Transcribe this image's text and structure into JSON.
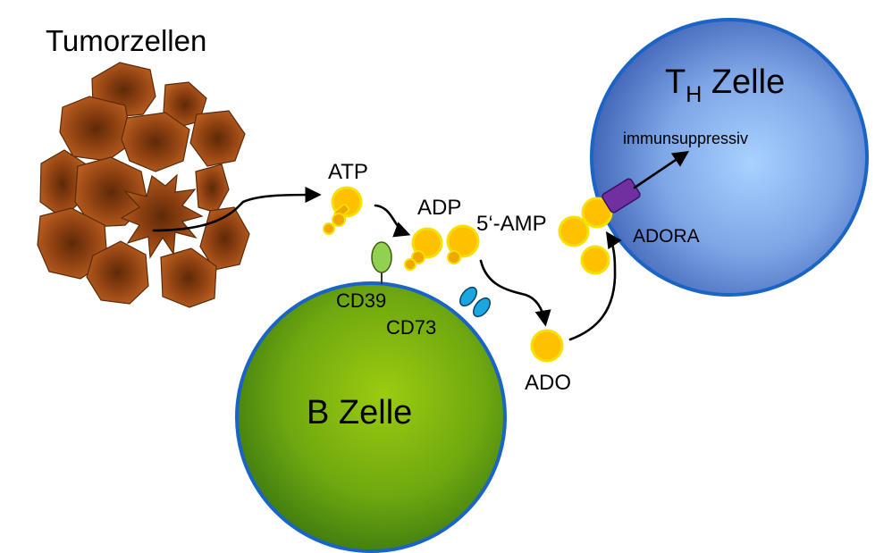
{
  "labels": {
    "tumor_cells": "Tumorzellen",
    "atp": "ATP",
    "adp": "ADP",
    "amp": "5‘-AMP",
    "ado": "ADO",
    "cd39": "CD39",
    "cd73": "CD73",
    "b_cell": "B Zelle",
    "th_cell_main": "T",
    "th_cell_sub": "H",
    "th_cell_rest": " Zelle",
    "immunosuppressive": "immunsuppressiv",
    "adora": "ADORA"
  },
  "colors": {
    "tumor_fill": "#b0551a",
    "tumor_center": "#5e2a08",
    "b_cell_light": "#9bcc10",
    "b_cell_dark": "#3c7a10",
    "th_cell_light": "#a9d2ff",
    "th_cell_dark": "#3f63b5",
    "cell_border": "#1a64c8",
    "nucleotide_fill": "#ffc000",
    "nucleotide_ring": "#f5e000",
    "phosphate_fill": "#f0a800",
    "cd39_fill": "#92d050",
    "cd73_fill": "#1aa7e0",
    "adora_fill": "#7030a0"
  }
}
